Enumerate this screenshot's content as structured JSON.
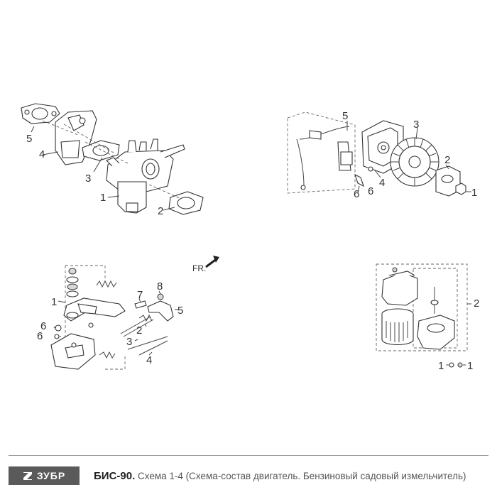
{
  "logo": {
    "brand": "ЗУБР"
  },
  "caption": {
    "model": "БИС-90.",
    "description": "Схема 1-4 (Схема-состав двигатель. Бензиновый садовый измельчитель)"
  },
  "colors": {
    "logo_bg": "#5a5a5a",
    "line": "#333333"
  },
  "direction_label": "FR.",
  "groups": {
    "carburetor": {
      "callouts": [
        "1",
        "2",
        "3",
        "4",
        "5"
      ]
    },
    "ignition": {
      "callouts": [
        "2",
        "3",
        "4",
        "5",
        "6",
        "1"
      ]
    },
    "governor": {
      "callouts": [
        "1",
        "2",
        "3",
        "4",
        "5",
        "6",
        "6",
        "7",
        "8"
      ]
    },
    "air_filter": {
      "callouts": [
        "2",
        "1",
        "1"
      ]
    }
  }
}
